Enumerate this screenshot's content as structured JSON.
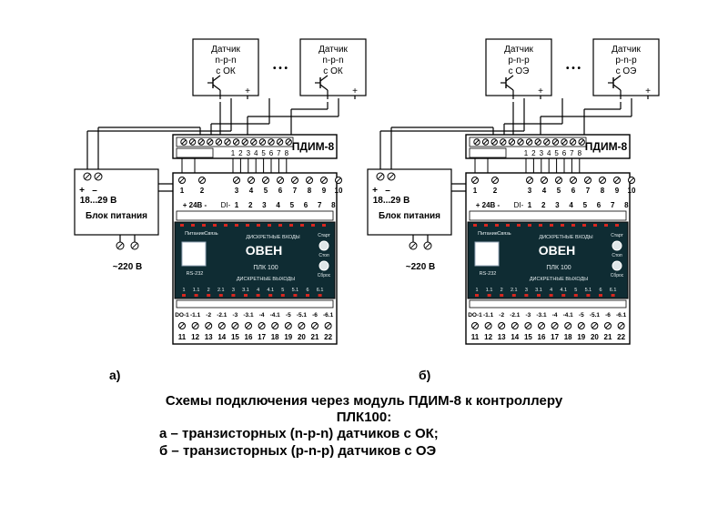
{
  "panels": [
    {
      "id": "a",
      "label": "а)",
      "sensors": [
        {
          "lines": [
            "Датчик",
            "n-p-n",
            "с ОК"
          ]
        },
        {
          "lines": [
            "Датчик",
            "n-p-n",
            "с ОК"
          ]
        }
      ],
      "dots": "• • •",
      "sensor_plus": "+",
      "module": {
        "name": "ПДИМ-8",
        "terminal_numbers": [
          "1",
          "2",
          "3",
          "4",
          "5",
          "6",
          "7",
          "8"
        ]
      },
      "power_supply": {
        "plus": "+",
        "minus": "–",
        "voltage": "18...29 В",
        "title": "Блок питания",
        "mains": "~220 В"
      },
      "plc": {
        "top_numbers": [
          "1",
          "2",
          "3",
          "4",
          "5",
          "6",
          "7",
          "8",
          "9",
          "10"
        ],
        "supply_label": "+ 24В -",
        "di_label": "DI-",
        "di_numbers": [
          "1",
          "2",
          "3",
          "4",
          "5",
          "6",
          "7",
          "8"
        ],
        "brand": "ОВЕН",
        "model": "ПЛК 100",
        "power_led": "Питание",
        "link_led": "Связь",
        "inputs_title": "ДИСКРЕТНЫЕ ВХОДЫ",
        "outputs_title": "ДИСКРЕТНЫЕ ВЫХОДЫ",
        "port": "RS-232",
        "start_label": "Старт",
        "stop_label": "Стоп",
        "reset_label": "Сброс",
        "output_leds": [
          "1",
          "1.1",
          "2",
          "2.1",
          "3",
          "3.1",
          "4",
          "4.1",
          "5",
          "5.1",
          "6",
          "6.1"
        ],
        "do_labels": [
          "DO-1",
          "-1.1",
          "-2",
          "-2.1",
          "-3",
          "-3.1",
          "-4",
          "-4.1",
          "-5",
          "-5.1",
          "-6",
          "-6.1"
        ],
        "bottom_numbers": [
          "11",
          "12",
          "13",
          "14",
          "15",
          "16",
          "17",
          "18",
          "19",
          "20",
          "21",
          "22"
        ]
      }
    },
    {
      "id": "b",
      "label": "б)",
      "sensors": [
        {
          "lines": [
            "Датчик",
            "p-n-p",
            "с ОЭ"
          ]
        },
        {
          "lines": [
            "Датчик",
            "p-n-p",
            "с ОЭ"
          ]
        }
      ],
      "dots": "• • •",
      "sensor_plus": "+",
      "module": {
        "name": "ПДИМ-8",
        "terminal_numbers": [
          "1",
          "2",
          "3",
          "4",
          "5",
          "6",
          "7",
          "8"
        ]
      },
      "power_supply": {
        "plus": "+",
        "minus": "–",
        "voltage": "18...29 В",
        "title": "Блок питания",
        "mains": "~220 В"
      },
      "plc": {
        "top_numbers": [
          "1",
          "2",
          "3",
          "4",
          "5",
          "6",
          "7",
          "8",
          "9",
          "10"
        ],
        "supply_label": "+ 24В -",
        "di_label": "DI-",
        "di_numbers": [
          "1",
          "2",
          "3",
          "4",
          "5",
          "6",
          "7",
          "8"
        ],
        "brand": "ОВЕН",
        "model": "ПЛК 100",
        "power_led": "Питание",
        "link_led": "Связь",
        "inputs_title": "ДИСКРЕТНЫЕ ВХОДЫ",
        "outputs_title": "ДИСКРЕТНЫЕ ВЫХОДЫ",
        "port": "RS-232",
        "start_label": "Старт",
        "stop_label": "Стоп",
        "reset_label": "Сброс",
        "output_leds": [
          "1",
          "1.1",
          "2",
          "2.1",
          "3",
          "3.1",
          "4",
          "4.1",
          "5",
          "5.1",
          "6",
          "6.1"
        ],
        "do_labels": [
          "DO-1",
          "-1.1",
          "-2",
          "-2.1",
          "-3",
          "-3.1",
          "-4",
          "-4.1",
          "-5",
          "-5.1",
          "-6",
          "-6.1"
        ],
        "bottom_numbers": [
          "11",
          "12",
          "13",
          "14",
          "15",
          "16",
          "17",
          "18",
          "19",
          "20",
          "21",
          "22"
        ]
      }
    }
  ],
  "caption": {
    "line1": "Схемы подключения через модуль ПДИМ-8 к контроллеру",
    "line2": "ПЛК100:",
    "line3": "а – транзисторных (n-p-n) датчиков с ОК;",
    "line4": "б – транзисторных (p-n-p) датчиков с ОЭ"
  }
}
